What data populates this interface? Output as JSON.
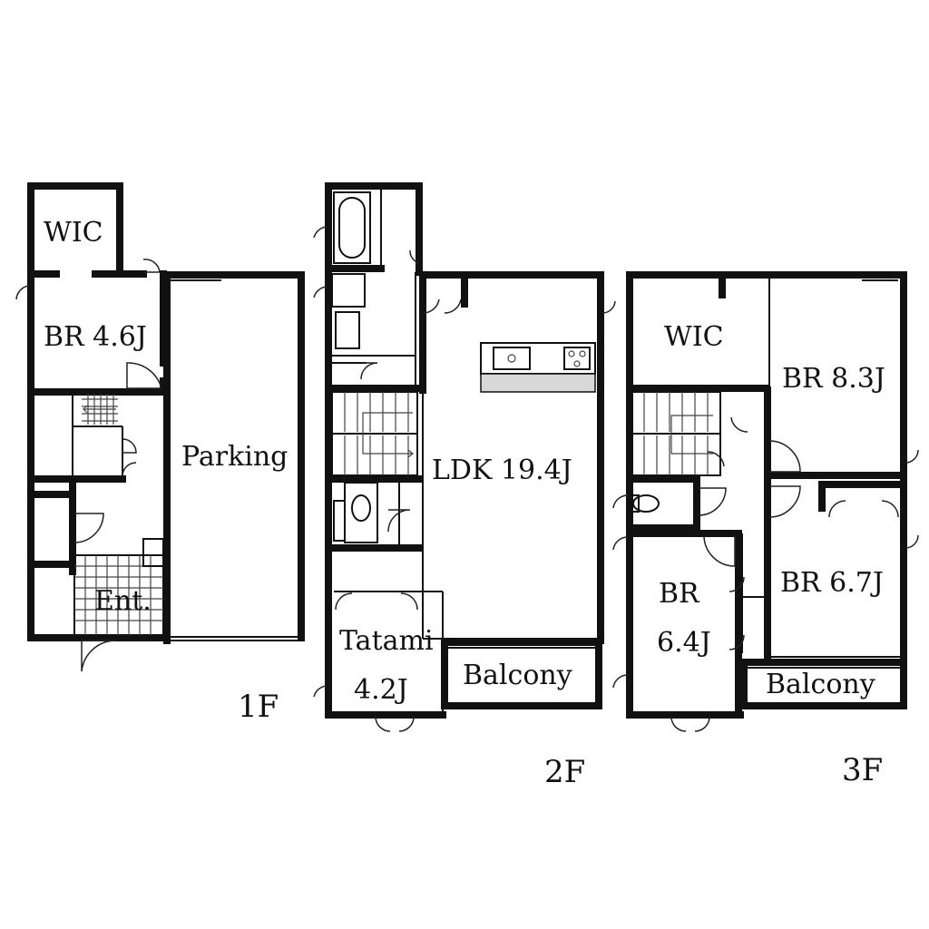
{
  "floors": {
    "f1": {
      "label": "1F",
      "rooms": {
        "wic": "WIC",
        "br": "BR 4.6J",
        "parking": "Parking",
        "entrance": "Ent."
      }
    },
    "f2": {
      "label": "2F",
      "rooms": {
        "ldk": "LDK 19.4J",
        "tatami_line1": "Tatami",
        "tatami_line2": "4.2J",
        "balcony": "Balcony"
      }
    },
    "f3": {
      "label": "3F",
      "rooms": {
        "wic": "WIC",
        "br_large": "BR 8.3J",
        "br_left_line1": "BR",
        "br_left_line2": "6.4J",
        "br_right": "BR 6.7J",
        "balcony": "Balcony"
      }
    }
  }
}
